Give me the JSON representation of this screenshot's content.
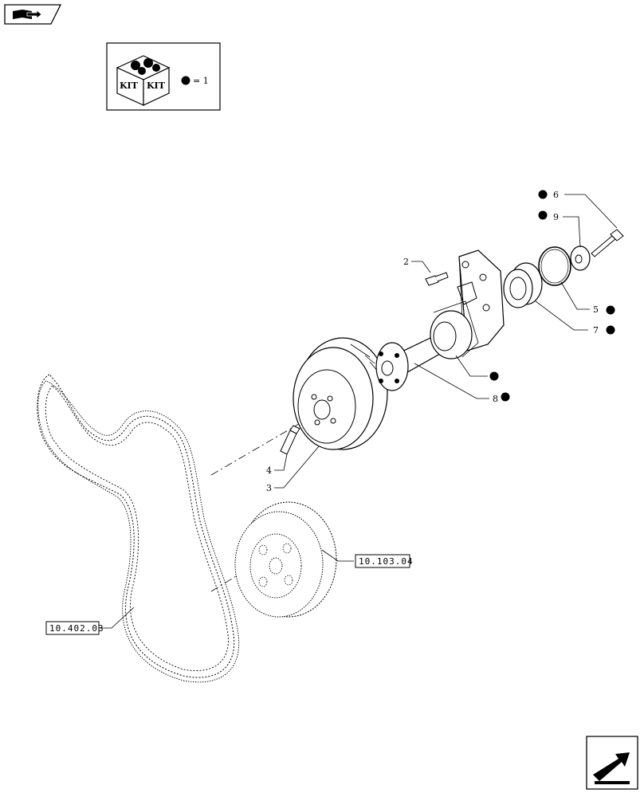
{
  "kit_box": {
    "icon": "kit-boxes-icon",
    "kit_word_left": "KIT",
    "kit_word_right": "KIT",
    "legend_text": "= 1"
  },
  "callouts": [
    {
      "id": "c2",
      "num": "2"
    },
    {
      "id": "c3",
      "num": "3"
    },
    {
      "id": "c4",
      "num": "4"
    },
    {
      "id": "c5",
      "num": "5"
    },
    {
      "id": "c6",
      "num": "6"
    },
    {
      "id": "c7",
      "num": "7"
    },
    {
      "id": "c8",
      "num": "8"
    },
    {
      "id": "c9",
      "num": "9"
    }
  ],
  "references": {
    "flywheel_ref": "10.103.04",
    "belt_ref": "10.402.03"
  },
  "nav": {
    "top_icon": "book-arrow-icon",
    "bottom_icon": "next-page-arrow-icon"
  }
}
